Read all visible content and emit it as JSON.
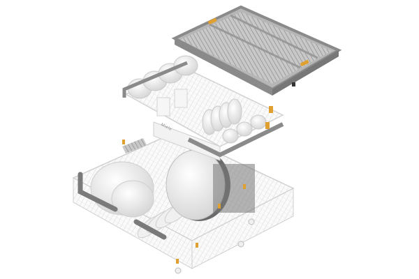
{
  "image": {
    "subject": "Dishwasher racks (cutlery tray, upper basket, lower basket) loaded with dishes",
    "background": "#ffffff"
  },
  "brand_label": "Miele",
  "colors": {
    "wire": "#e8e8e8",
    "wire_shadow": "#c9c9c9",
    "tray_frame": "#8e8e8e",
    "tray_frame_dark": "#6f6f6f",
    "handle": "#7a7a7a",
    "clip_accent": "#e0a030",
    "dish": "#f4f4f4",
    "dish_shadow": "#d6d6d6",
    "plate_dark": "#6a6a6a"
  },
  "components": [
    {
      "name": "cutlery-tray",
      "label": "Third-level cutlery tray"
    },
    {
      "name": "upper-basket",
      "label": "Upper basket with cups and glasses"
    },
    {
      "name": "lower-basket",
      "label": "Lower basket with plates and bowls"
    }
  ]
}
